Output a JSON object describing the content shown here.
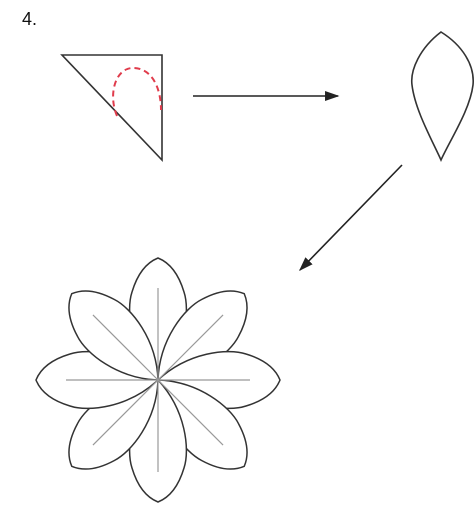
{
  "step": {
    "label": "4."
  },
  "colors": {
    "outline": "#333333",
    "fold_line": "#e03c4c",
    "crease": "#999999",
    "arrow": "#222222"
  },
  "diagram": {
    "folded_triangle_icon": "folded-triangle",
    "cut_guide": "dashed-cut-arc",
    "result_shape": "petal-leaf",
    "final_shape": "eight-petal-flower",
    "petal_count": 8
  }
}
